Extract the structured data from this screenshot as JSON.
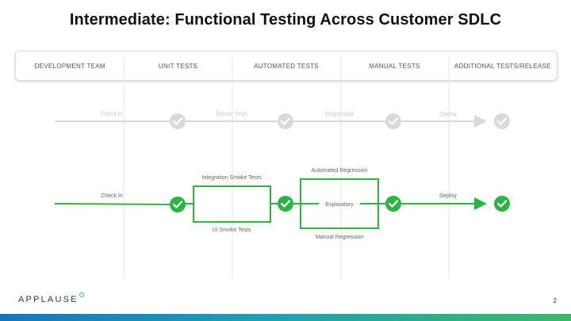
{
  "title": "Intermediate: Functional Testing Across Customer SDLC",
  "columns": [
    "DEVELOPMENT TEAM",
    "UNIT TESTS",
    "AUTOMATED TESTS",
    "MANUAL TESTS",
    "ADDITIONAL TESTS/RELEASE"
  ],
  "top_flow": {
    "labels": [
      "Check In",
      "Smoke Tests",
      "Regression",
      "Deploy"
    ],
    "color": "#d9d9d9"
  },
  "bottom_flow": {
    "check_in": "Check In",
    "integration_smoke": "Integration Smoke Tests",
    "ui_smoke": "UI Smoke Tests",
    "automated_regression": "Automated Regression",
    "exploratory": "Exploratory",
    "manual_regression": "Manual Regression",
    "deploy": "Deploy",
    "color": "#2bb441"
  },
  "check_icon": "check-circle-icon",
  "footer": {
    "logo": "APPLAUSE",
    "page_number": "2"
  }
}
